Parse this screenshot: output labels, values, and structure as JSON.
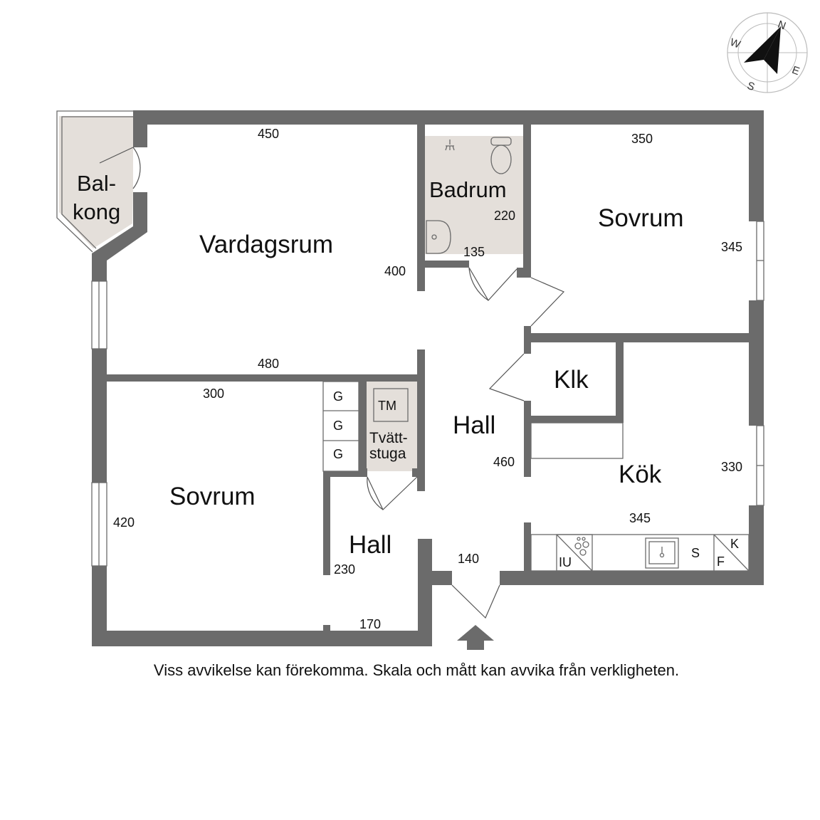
{
  "rooms": {
    "balkong_1": "Bal-",
    "balkong_2": "kong",
    "vardagsrum": "Vardagsrum",
    "badrum": "Badrum",
    "sovrum_ne": "Sovrum",
    "klk": "Klk",
    "hall_main": "Hall",
    "kok": "Kök",
    "sovrum_sw": "Sovrum",
    "hall_small": "Hall",
    "tvattstuga_1": "Tvätt-",
    "tvattstuga_2": "stuga"
  },
  "dimensions": {
    "vardagsrum_width": "450",
    "vardagsrum_depth": "400",
    "vardagsrum_bottom": "480",
    "badrum_depth": "220",
    "badrum_width": "135",
    "sovrum_ne_width": "350",
    "sovrum_ne_depth": "345",
    "sovrum_sw_width": "300",
    "sovrum_sw_depth": "420",
    "hall_depth": "460",
    "kok_depth": "330",
    "kok_width": "345",
    "hall_small_depth": "230",
    "hall_small_width": "170",
    "entry_width": "140"
  },
  "fixtures": {
    "wardrobe_1": "G",
    "wardrobe_2": "G",
    "wardrobe_3": "G",
    "washer": "TM",
    "oven": "IU",
    "sink": "S",
    "fridge": "K",
    "freezer": "F"
  },
  "compass": {
    "north": "N",
    "east": "E",
    "south": "S",
    "west": "W"
  },
  "disclaimer": "Viss avvikelse kan förekomma. Skala och mått kan avvika från verkligheten.",
  "colors": {
    "wall": "#6b6b6b",
    "wet_room": "#e4dfda",
    "background": "#ffffff"
  }
}
